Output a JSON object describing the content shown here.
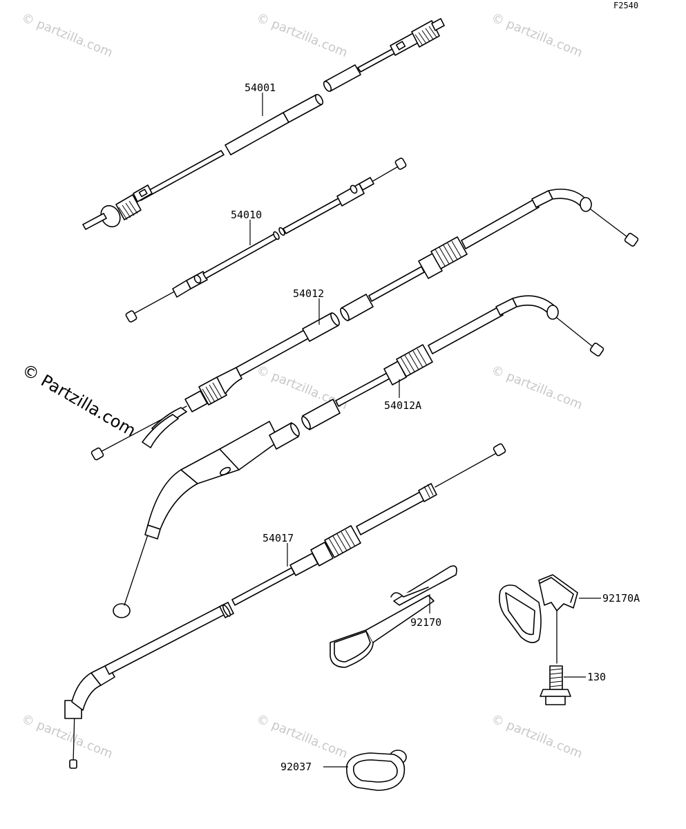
{
  "diagram_code": "F2540",
  "watermark_text": "© Partzilla.com",
  "watermark_small": "© partzilla.com",
  "parts": [
    {
      "id": "54001"
    },
    {
      "id": "54010"
    },
    {
      "id": "54012"
    },
    {
      "id": "54012A"
    },
    {
      "id": "54017"
    },
    {
      "id": "92170"
    },
    {
      "id": "92170A"
    },
    {
      "id": "130"
    },
    {
      "id": "92037"
    }
  ]
}
